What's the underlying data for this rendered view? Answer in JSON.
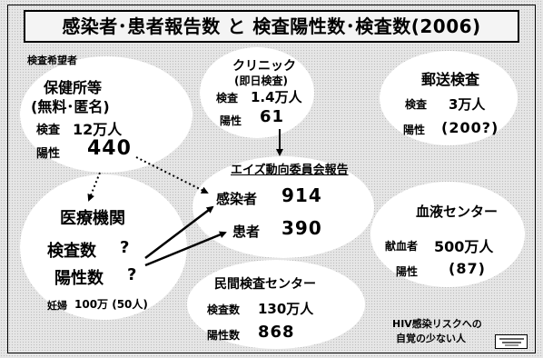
{
  "title": "感染者･患者報告数 と 検査陽性数･検査数(2006)",
  "note_kensa_kibosha": "検査希望者",
  "hokenjo": {
    "name": "保健所等",
    "sub": "(無料･匿名)",
    "test_label": "検査",
    "test_value": "12万人",
    "pos_label": "陽性",
    "pos_value": "440"
  },
  "clinic": {
    "name": "クリニック",
    "sub": "(即日検査)",
    "test_label": "検査",
    "test_value": "1.4万人",
    "pos_label": "陽性",
    "pos_value": "61"
  },
  "mail": {
    "name": "郵送検査",
    "test_label": "検査",
    "test_value": "3万人",
    "pos_label": "陽性",
    "pos_value": "(200?)"
  },
  "aids_committee": {
    "name": "エイズ動向委員会報告",
    "infected_label": "感染者",
    "infected_value": "914",
    "patient_label": "患者",
    "patient_value": "390"
  },
  "medical": {
    "name": "医療機関",
    "test_label": "検査数",
    "test_value": "?",
    "pos_label": "陽性数",
    "pos_value": "?",
    "pregnant_label": "妊婦",
    "pregnant_value": "100万 (50人)"
  },
  "blood_center": {
    "name": "血液センター",
    "donor_label": "献血者",
    "donor_value": "500万人",
    "pos_label": "陽性",
    "pos_value": "(87)"
  },
  "private_lab": {
    "name": "民間検査センター",
    "test_label": "検査数",
    "test_value": "130万人",
    "pos_label": "陽性数",
    "pos_value": "868"
  },
  "risk_note": {
    "line1": "HIV感染リスクへの",
    "line2": "自覚の少ない人"
  },
  "colors": {
    "background": "#e6e6e6",
    "bubble": "#ffffff",
    "ink": "#000000"
  }
}
